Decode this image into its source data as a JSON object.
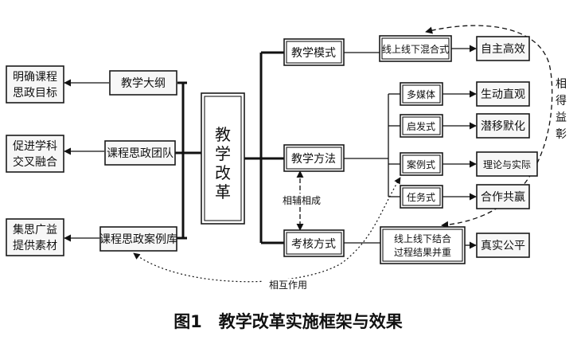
{
  "center": "教学改革",
  "left_outcomes": [
    "明确课程思政目标",
    "促进学科交叉融合",
    "集思广益提供素材"
  ],
  "left_items": [
    "教学大纲",
    "课程思政团队",
    "课程思政案例库"
  ],
  "middle_items": [
    "教学模式",
    "教学方法",
    "考核方式"
  ],
  "mode_detail": "线上线下混合式",
  "methods": [
    "多媒体",
    "启发式",
    "案例式",
    "任务式"
  ],
  "exam_detail": [
    "线上线下结合",
    "过程结果并重"
  ],
  "right_outcomes": [
    "自主高效",
    "生动直观",
    "潜移默化",
    "理论与实际",
    "合作共赢",
    "真实公平"
  ],
  "labels": {
    "mutual_support": "相辅相成",
    "mutual_benefit": "相得益彰",
    "interaction": "相互作用"
  },
  "caption": "图1　教学改革实施框架与效果"
}
